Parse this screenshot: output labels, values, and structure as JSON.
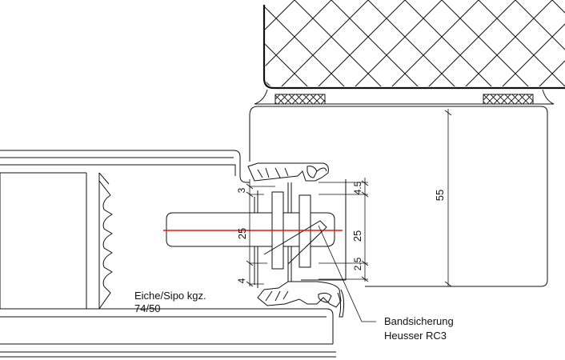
{
  "labels": {
    "material_line1": "Eiche/Sipo kgz.",
    "material_line2": "74/50",
    "callout_line1": "Bandsicherung",
    "callout_line2": "Heusser RC3"
  },
  "dimensions": {
    "dim_3": "3",
    "dim_25_left": "25",
    "dim_4": "4",
    "dim_4_5": "4.5",
    "dim_25_right": "25",
    "dim_2_5": "2.5",
    "dim_55": "55"
  },
  "colors": {
    "line": "#111111",
    "axis_red": "#e8160f",
    "background": "#ffffff"
  }
}
